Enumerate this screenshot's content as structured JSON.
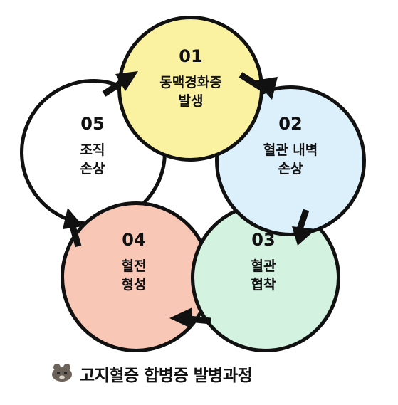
{
  "steps": [
    {
      "number": "01",
      "line1": "동맥경화증",
      "line2": "발생",
      "color": "#fbf2a1"
    },
    {
      "number": "02",
      "line1": "혈관 내벽",
      "line2": "손상",
      "color": "#dcf0fc"
    },
    {
      "number": "03",
      "line1": "혈관",
      "line2": "협착",
      "color": "#d3f2e0"
    },
    {
      "number": "04",
      "line1": "혈전",
      "line2": "형성",
      "color": "#f8c7b6"
    },
    {
      "number": "05",
      "line1": "조직",
      "line2": "손상",
      "color": "#ffffff"
    }
  ],
  "caption": "고지혈증 합병증 발병과정",
  "caption_icon": "animal-mascot-icon"
}
